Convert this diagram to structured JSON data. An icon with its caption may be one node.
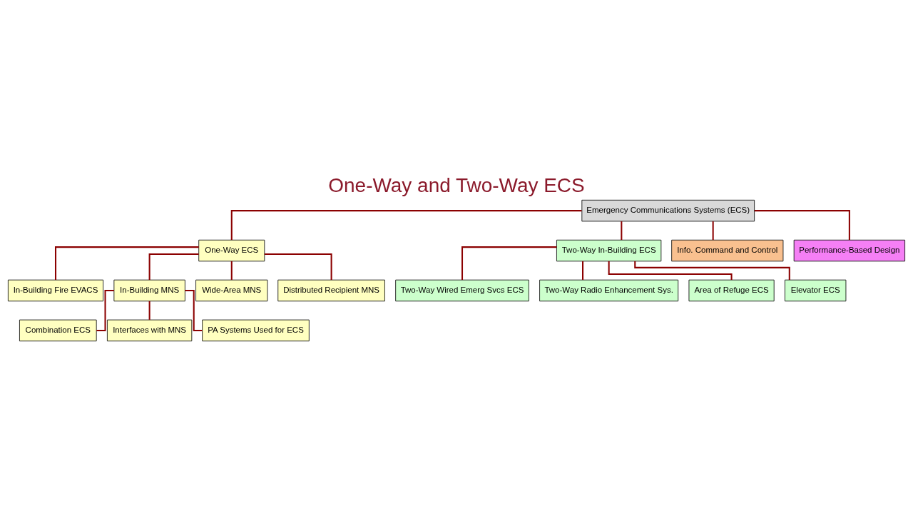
{
  "diagram": {
    "title": "One-Way and Two-Way ECS",
    "nodes": [
      {
        "text": [
          "Emergency Communications Systems (ECS)"
        ]
      },
      {
        "text": [
          "One-Way ECS"
        ]
      },
      {
        "text": [
          "Two-Way In-Building ECS"
        ]
      },
      {
        "text": [
          "Info. Command and Control"
        ]
      },
      {
        "text": [
          "Performance-Based Design"
        ]
      },
      {
        "text": [
          "In-Building Fire EVACS"
        ]
      },
      {
        "text": [
          "In-Building MNS"
        ]
      },
      {
        "text": [
          "Wide-Area MNS"
        ]
      },
      {
        "text": [
          "Distributed Recipient MNS"
        ]
      },
      {
        "text": [
          "Combination ECS"
        ]
      },
      {
        "text": [
          "Interfaces with MNS"
        ]
      },
      {
        "text": [
          "PA Systems Used for ECS"
        ]
      },
      {
        "text": [
          "Two-Way Wired Emerg Svcs ECS"
        ]
      },
      {
        "text": [
          "Two-Way Radio Enhancement Sys."
        ]
      },
      {
        "text": [
          "Area of Refuge ECS"
        ]
      },
      {
        "text": [
          "Elevator ECS"
        ]
      }
    ],
    "edges": [
      {
        "from": 0,
        "to": 1,
        "arrow": "none"
      },
      {
        "from": 0,
        "to": 2,
        "arrow": "none"
      },
      {
        "from": 0,
        "to": 3,
        "arrow": "none"
      },
      {
        "from": 0,
        "to": 4,
        "arrow": "none"
      },
      {
        "from": 1,
        "to": 5,
        "arrow": "none"
      },
      {
        "from": 1,
        "to": 6,
        "arrow": "none"
      },
      {
        "from": 1,
        "to": 7,
        "arrow": "none"
      },
      {
        "from": 1,
        "to": 8,
        "arrow": "none"
      },
      {
        "from": 6,
        "to": 9,
        "arrow": "none"
      },
      {
        "from": 6,
        "to": 10,
        "arrow": "none"
      },
      {
        "from": 6,
        "to": 11,
        "arrow": "none"
      },
      {
        "from": 2,
        "to": 12,
        "arrow": "none"
      },
      {
        "from": 2,
        "to": 13,
        "arrow": "none"
      },
      {
        "from": 2,
        "to": 14,
        "arrow": "none"
      },
      {
        "from": 2,
        "to": 15,
        "arrow": "none"
      }
    ]
  }
}
